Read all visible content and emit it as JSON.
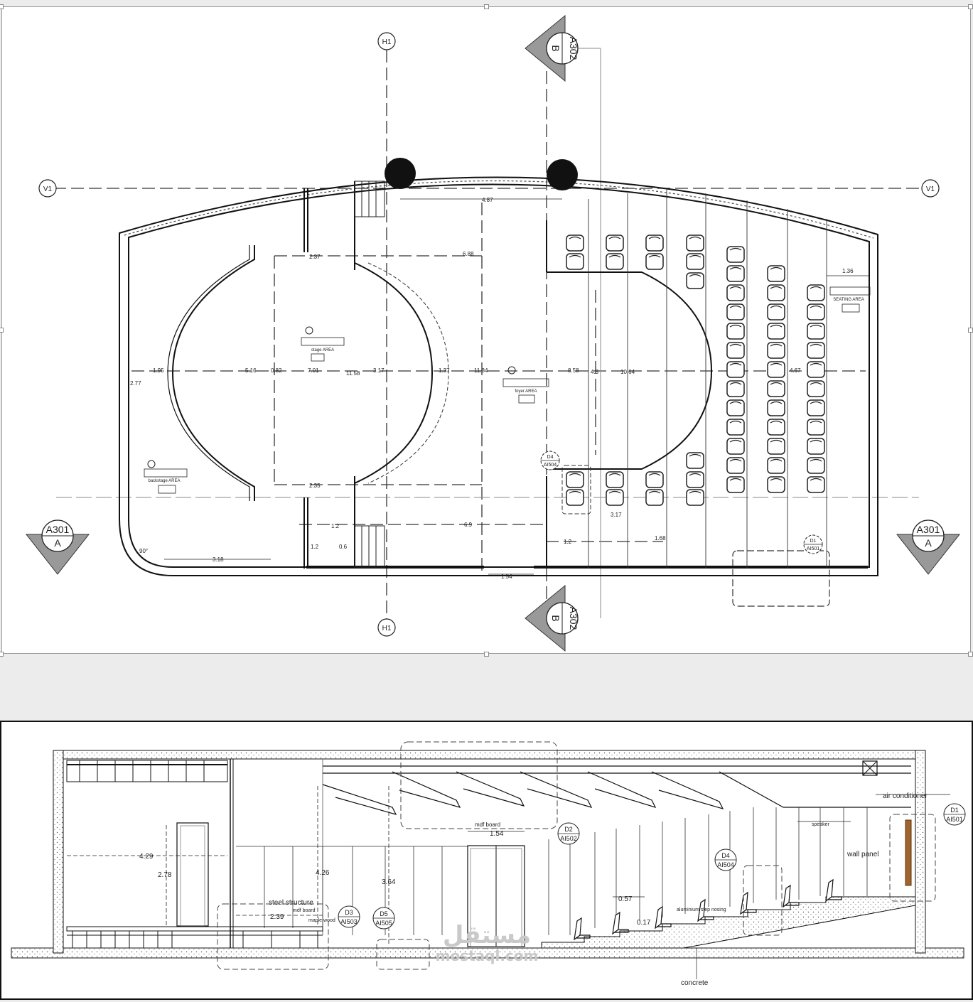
{
  "plan": {
    "grid_tags": {
      "h1": "H1",
      "v1": "V1"
    },
    "section_tags": {
      "a": {
        "sheet": "A301",
        "letter": "A"
      },
      "b": {
        "sheet": "A302",
        "letter": "B"
      }
    },
    "dims": {
      "top_opening": "4.87",
      "stage_top": "2.37",
      "stage_bottom": "2.35",
      "top_mid": "6.88",
      "seat_offset": "1.36",
      "left_edge": "1.95",
      "left_side": "2.77",
      "c1": "5.16",
      "c2": "0.82",
      "c3": "7.01",
      "c4": "11.58",
      "c5": "3.17",
      "c6": "1.37",
      "c7": "11.84",
      "c8": "8.58",
      "c9": "4.3",
      "c10": "10.64",
      "c11": "4.67",
      "bottom_door": "3.18",
      "angle": "90°",
      "lower_a": "1.2",
      "lower_b": "1.2",
      "lower_c": "0.6",
      "lower_d": "6.9",
      "lower_e": "1.54",
      "lower_f": "1.2",
      "lower_g": "3.17",
      "lower_h": "1.68"
    },
    "areas": {
      "stage": "stage AREA",
      "foyer": "foyer AREA",
      "backstage": "backstage AREA",
      "seating": "SEATING AREA"
    },
    "callouts": {
      "d4": {
        "id": "D4",
        "ref": "AI504"
      },
      "d1": {
        "id": "D1",
        "ref": "AI501"
      }
    }
  },
  "section": {
    "labels": {
      "air_conditioner": "air conditioner",
      "speaker": "speaker",
      "wall_panel": "wall panel",
      "mdf_board_top": "mdf board",
      "steel_structure": "steel structure",
      "mdf_board_low": "mdf board",
      "maple_wood": "maple wood",
      "aluminium": "aluminium step nosing",
      "concrete": "concrete"
    },
    "dims": {
      "h_room": "4.29",
      "h_door": "2.78",
      "h_mid": "4.26",
      "h_right": "3.64",
      "w_door": "1.54",
      "w_seat": "0.57",
      "h_step": "0.17",
      "w_low": "2.39"
    },
    "callouts": {
      "d1": {
        "id": "D1",
        "ref": "AI501"
      },
      "d2": {
        "id": "D2",
        "ref": "AI502"
      },
      "d3": {
        "id": "D3",
        "ref": "AI503"
      },
      "d4": {
        "id": "D4",
        "ref": "AI504"
      },
      "d5": {
        "id": "D5",
        "ref": "AI505"
      }
    }
  },
  "watermark": {
    "arabic": "مستقل",
    "latin": "mostaql.com"
  }
}
